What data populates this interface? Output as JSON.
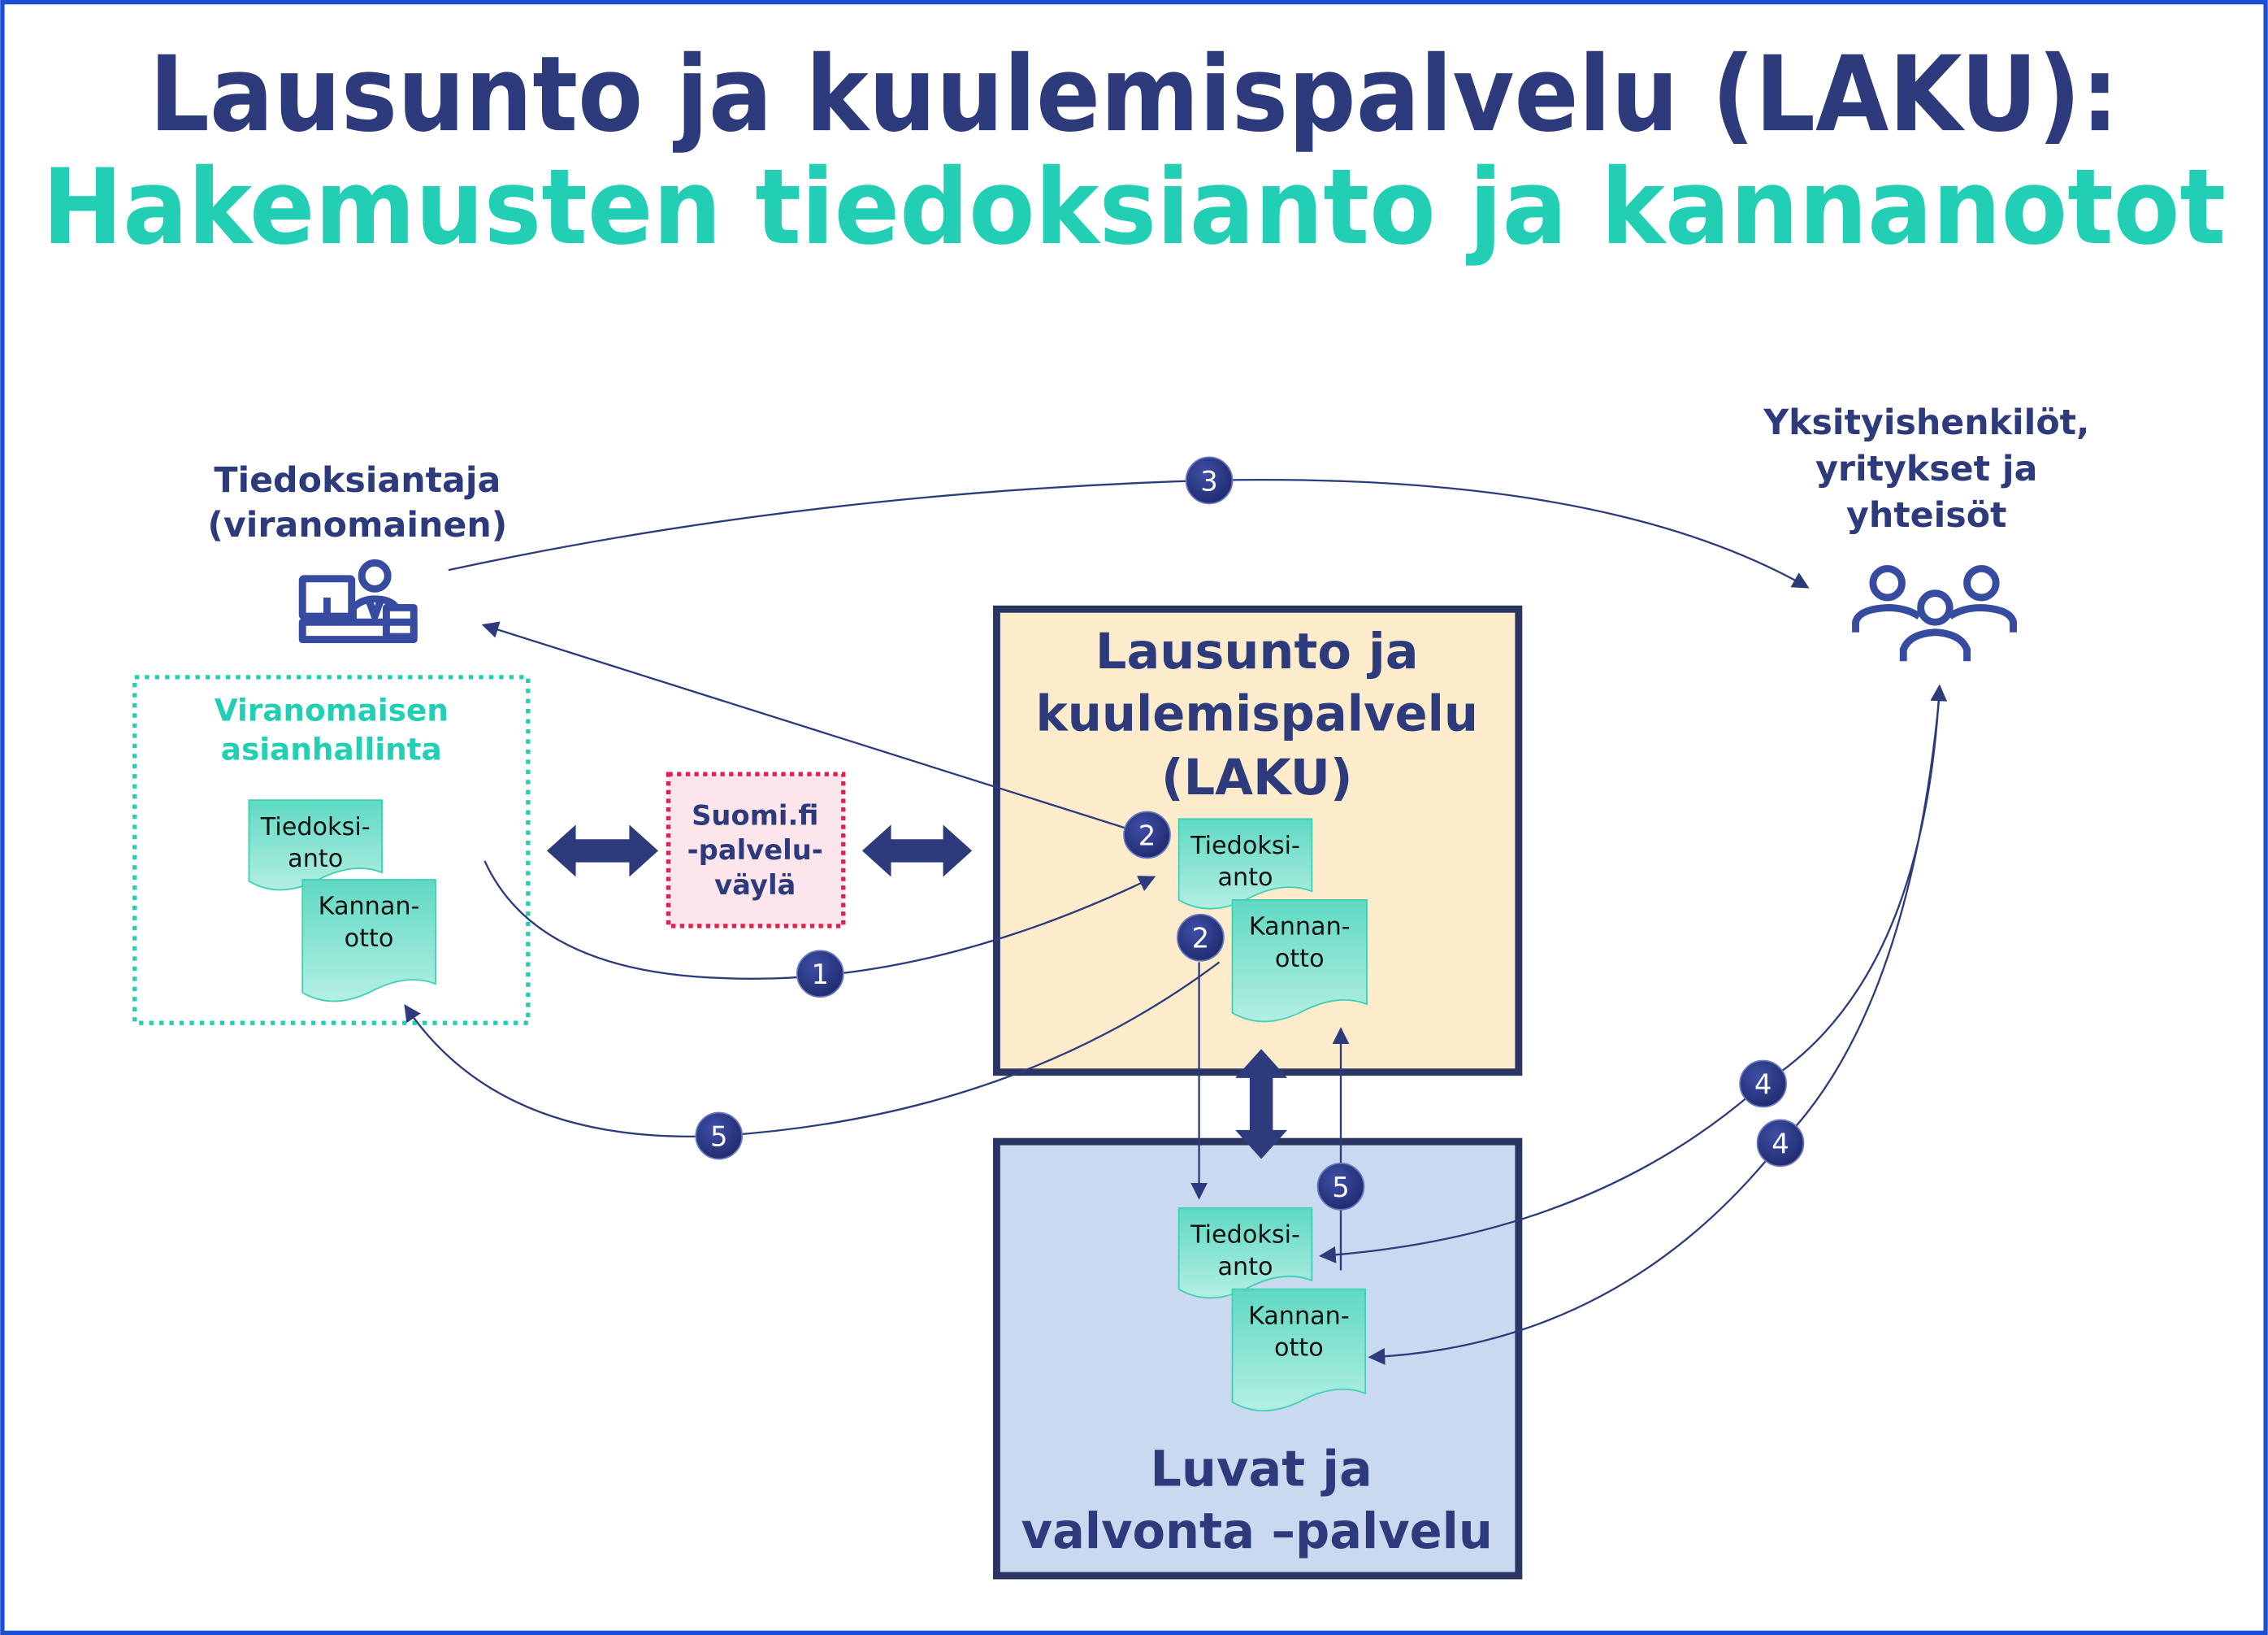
{
  "title": {
    "line1": "Lausunto ja kuulemispalvelu (LAKU):",
    "line2": "Hakemusten tiedoksianto ja kannanotot"
  },
  "actors": {
    "notifier": {
      "line1": "Tiedoksiantaja",
      "line2": "(viranomainen)",
      "icon": "person-at-computer-icon"
    },
    "public": {
      "line1": "Yksityishenkilöt,",
      "line2": "yritykset ja",
      "line3": "yhteisöt",
      "icon": "people-group-icon"
    }
  },
  "case_management": {
    "line1": "Viranomaisen",
    "line2": "asianhallinta"
  },
  "suomifi": {
    "line1": "Suomi.fi",
    "line2": "-palvelu-",
    "line3": "väylä"
  },
  "laku": {
    "line1": "Lausunto ja",
    "line2": "kuulemispalvelu",
    "line3": "(LAKU)"
  },
  "luvat": {
    "line1": "Luvat ja",
    "line2": "valvonta –palvelu"
  },
  "documents": {
    "notification": {
      "line1": "Tiedoksi-",
      "line2": "anto"
    },
    "statement": {
      "line1": "Kannan-",
      "line2": "otto"
    }
  },
  "steps": [
    "1",
    "2",
    "3",
    "4",
    "5"
  ],
  "colors": {
    "navy": "#2d3a7c",
    "teal": "#22cfb4",
    "laku_bg": "#fdeccb",
    "luvat_bg": "#c9d9f0",
    "frame": "#1a4fd6",
    "suomifi_border": "#e0204f"
  }
}
